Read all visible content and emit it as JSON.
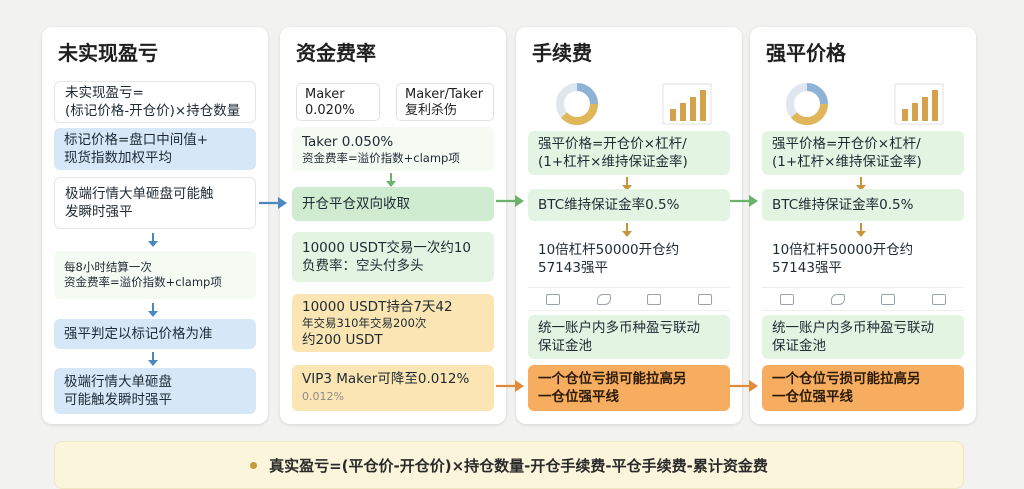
{
  "colors": {
    "blue_arrow": "#4a89c0",
    "green_arrow": "#6bb36b",
    "orange_arrow": "#e08a3c",
    "gold": "#c8963a"
  },
  "col1": {
    "title": "未实现盈亏",
    "b1_l1": "未实现盈亏=",
    "b1_l2": "(标记价格-开仓价)×持仓数量",
    "b2_l1": "标记价格=盘口中间值+",
    "b2_l2": "现货指数加权平均",
    "b3_l1": "极端行情大单砸盘可能触",
    "b3_l2": "发瞬时强平",
    "b4_l1": "每8小时结算一次",
    "b4_l2": "资金费率=溢价指数+clamp项",
    "b5": "强平判定以标记价格为准",
    "b6_l1": "极端行情大单砸盘",
    "b6_l2": "可能触发瞬时强平"
  },
  "col2": {
    "title": "资金费率",
    "maker_l1": "Maker",
    "maker_l2": "0.020%",
    "mt_l1": "Maker/Taker",
    "mt_l2": "复利杀伤",
    "b1_l1": "Taker 0.050%",
    "b1_l2": "资金费率=溢价指数+clamp项",
    "b2": "开仓平仓双向收取",
    "b3_l1": "10000 USDT交易一次约10",
    "b3_l2": "负费率：空头付多头",
    "b4_l1": "10000 USDT持合7天42",
    "b4_l2": "年交易310年交易200次",
    "b4_l3": "约200 USDT",
    "b5_l1": "VIP3 Maker可降至0.012%",
    "b5_l2": "0.012%"
  },
  "col3": {
    "title": "手续费",
    "b1_l1": "强平价格=开仓价×杠杆/",
    "b1_l2": "(1+杠杆×维持保证金率)",
    "b2": "BTC维持保证金率0.5%",
    "b3_l1": "10倍杠杆50000开仓约",
    "b3_l2": "57143强平",
    "b4_l1": "统一账户内多币种盈亏联动",
    "b4_l2": "保证金池",
    "b5_l1": "一个仓位亏损可能拉高另",
    "b5_l2": "一仓位强平线"
  },
  "col4": {
    "title": "强平价格",
    "b1_l1": "强平价格=开仓价×杠杆/",
    "b1_l2": "(1+杠杆×维持保证金率)",
    "b2": "BTC维持保证金率0.5%",
    "b3_l1": "10倍杠杆50000开仓约",
    "b3_l2": "57143强平",
    "b4_l1": "统一账户内多币种盈亏联动",
    "b4_l2": "保证金池",
    "b5_l1": "一个仓位亏损可能拉高另",
    "b5_l2": "一仓位强平线"
  },
  "footer": "真实盈亏=(平仓价-开仓价)×持仓数量-开仓手续费-平仓手续费-累计资金费"
}
